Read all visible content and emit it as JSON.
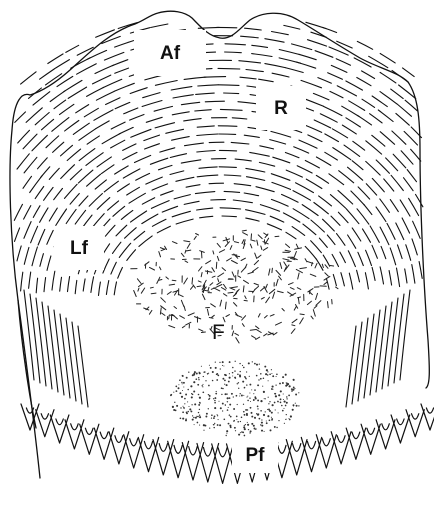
{
  "labels": {
    "af": "Af",
    "r": "R",
    "lf": "Lf",
    "f": "F",
    "pf": "Pf"
  },
  "colors": {
    "ink": "#111111",
    "background": "#ffffff"
  }
}
